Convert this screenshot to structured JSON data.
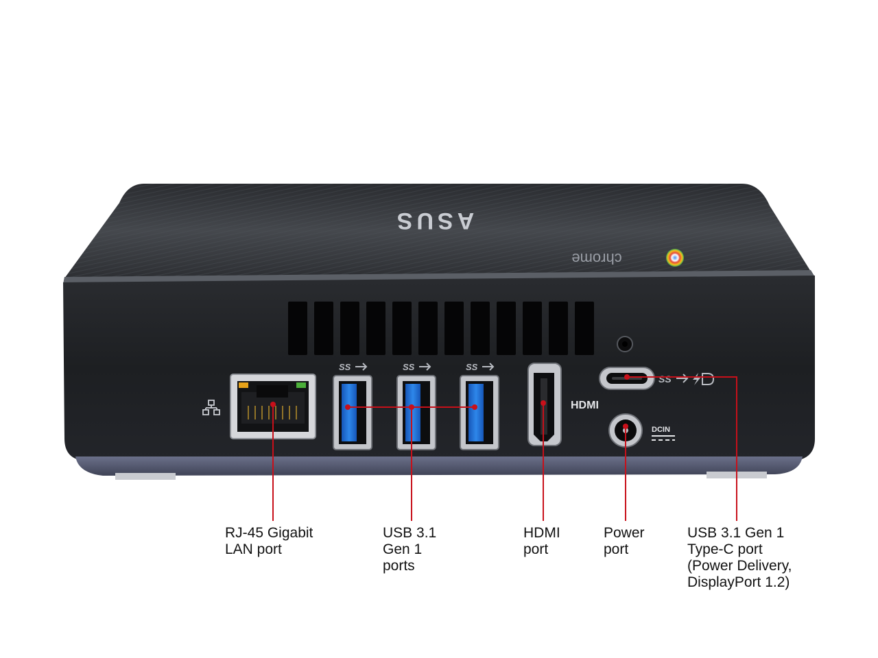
{
  "device": {
    "brand_logo": "ASUS",
    "os_text": "chrome",
    "port_labels": {
      "hdmi": "HDMI",
      "dcin": "DCIN",
      "usb_ss": "SS"
    }
  },
  "colors": {
    "background": "#ffffff",
    "chassis": "#1f2124",
    "chassis_top": "#3a3d42",
    "usb_blue": "#1e6fd9",
    "callout_red": "#c8101a",
    "base_band": "#5a5f78"
  },
  "callouts": [
    {
      "id": "rj45",
      "lines": [
        "RJ-45 Gigabit",
        "LAN port"
      ]
    },
    {
      "id": "usb-a",
      "lines": [
        "USB 3.1",
        "Gen 1",
        "ports"
      ]
    },
    {
      "id": "hdmi",
      "lines": [
        "HDMI",
        "port"
      ]
    },
    {
      "id": "power",
      "lines": [
        "Power",
        "port"
      ]
    },
    {
      "id": "usb-c",
      "lines": [
        "USB 3.1 Gen 1",
        "Type-C port",
        "(Power Delivery,",
        "DisplayPort 1.2)"
      ]
    }
  ]
}
